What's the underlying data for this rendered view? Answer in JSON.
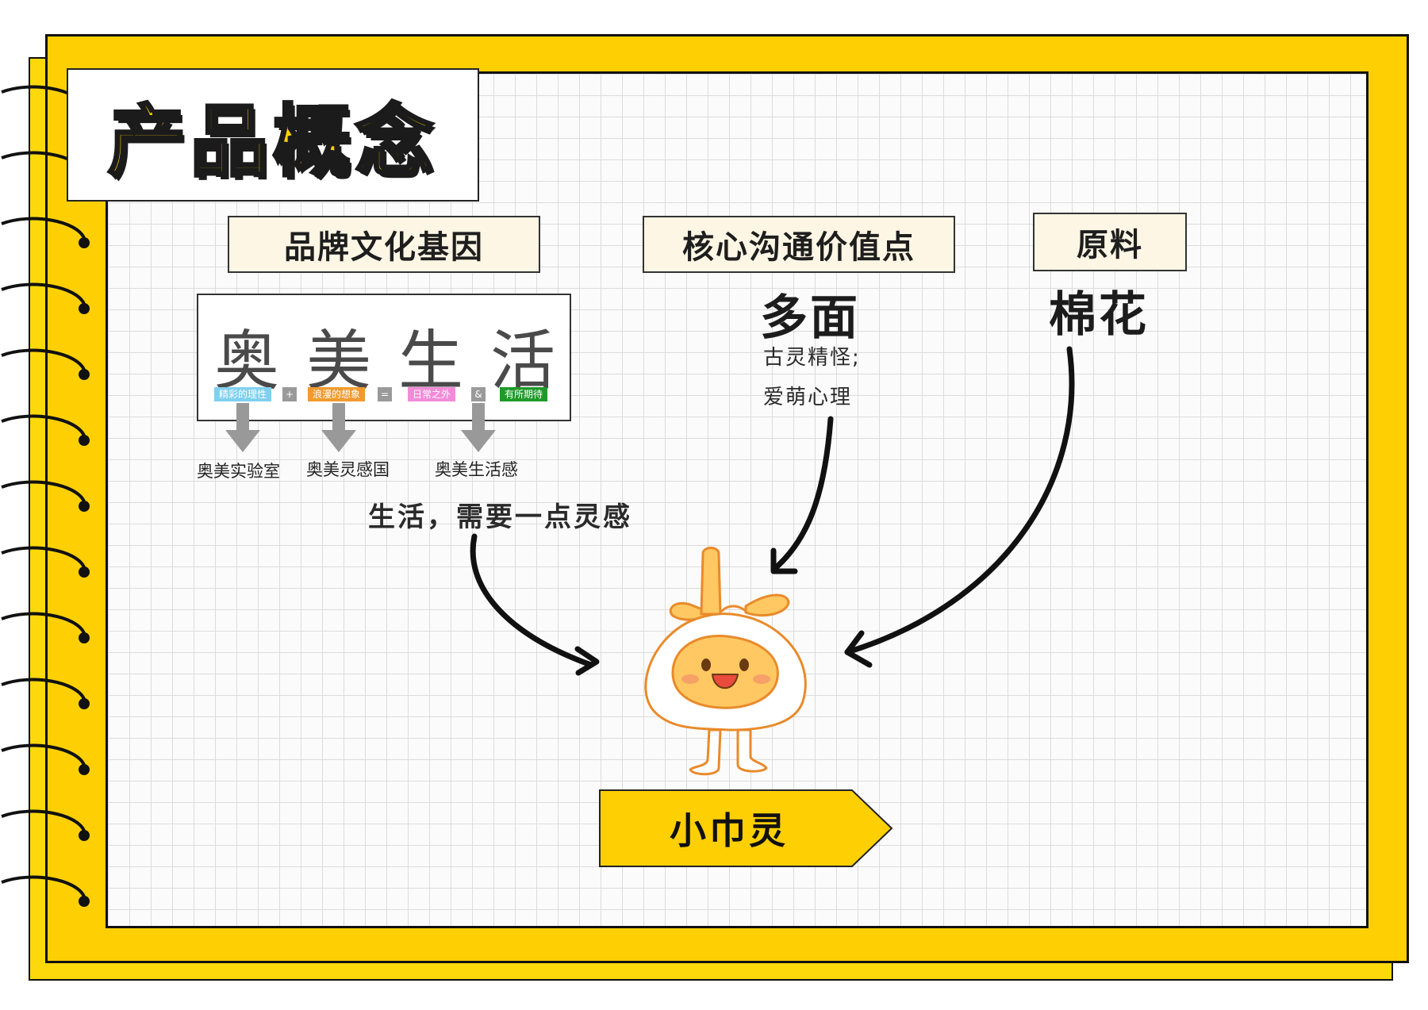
{
  "title": "产品概念",
  "sections": {
    "brand": {
      "label": "品牌文化基因",
      "chars": [
        "奥",
        "美",
        "生",
        "活"
      ],
      "tags": [
        {
          "text": "精彩的理性",
          "color": "#7fd0ef"
        },
        {
          "text": "浪漫的想象",
          "color": "#f29a2e"
        },
        {
          "text": "日常之外",
          "color": "#f48bd8"
        },
        {
          "text": "有所期待",
          "color": "#1f9a2a"
        }
      ],
      "operators": [
        "+",
        "=",
        "&"
      ],
      "outputs": [
        "奥美实验室",
        "奥美灵感国",
        "奥美生活感"
      ]
    },
    "core": {
      "label": "核心沟通价值点",
      "value": "多面",
      "lines": [
        "古灵精怪;",
        "爱萌心理"
      ]
    },
    "material": {
      "label": "原料",
      "value": "棉花"
    }
  },
  "slogan": "生活，需要一点灵感",
  "mascot": {
    "name": "小巾灵",
    "icon": "onion-mascot-icon"
  },
  "colors": {
    "accent": "#fed003",
    "mascot_fill": "#ffc862",
    "mascot_stroke": "#e98a2a"
  }
}
